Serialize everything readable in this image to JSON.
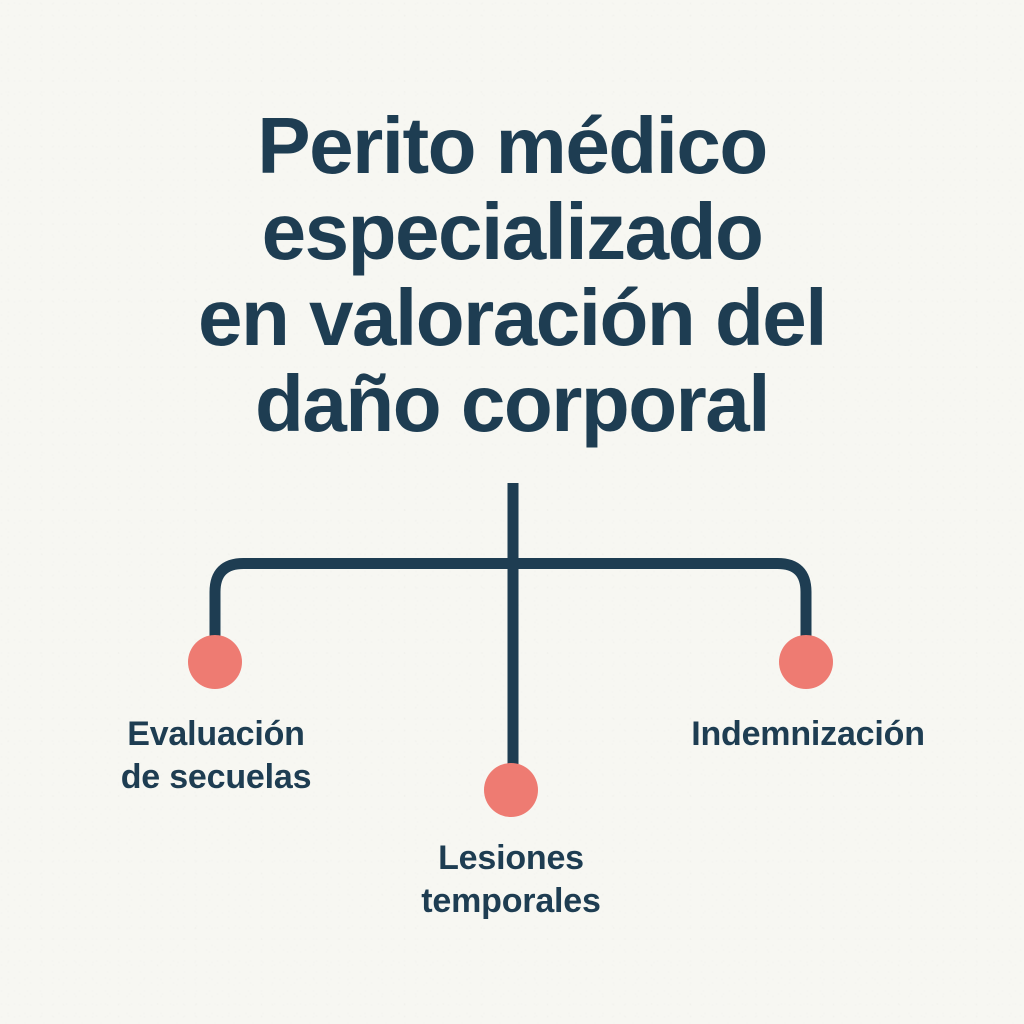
{
  "theme": {
    "background_color": "#F7F7F2",
    "primary_color": "#1E3D52",
    "accent_color": "#EE7B72"
  },
  "title": {
    "full_text": "Perito médico especializado en valoración del daño corporal",
    "lines": [
      "Perito médico",
      "especializado",
      "en valoración del",
      "daño corporal"
    ]
  },
  "diagram": {
    "type": "tree",
    "root_label": "Perito médico especializado en valoración del daño corporal",
    "nodes": [
      {
        "id": "node-left",
        "label_lines": [
          "Evaluación",
          "de secuelas"
        ],
        "label_text": "Evaluación de secuelas",
        "dot_color": "#EE7B72"
      },
      {
        "id": "node-center",
        "label_lines": [
          "Lesiones",
          "temporales"
        ],
        "label_text": "Lesiones temporales",
        "dot_color": "#EE7B72"
      },
      {
        "id": "node-right",
        "label_lines": [
          "Indemnización"
        ],
        "label_text": "Indemnización",
        "dot_color": "#EE7B72"
      }
    ]
  }
}
